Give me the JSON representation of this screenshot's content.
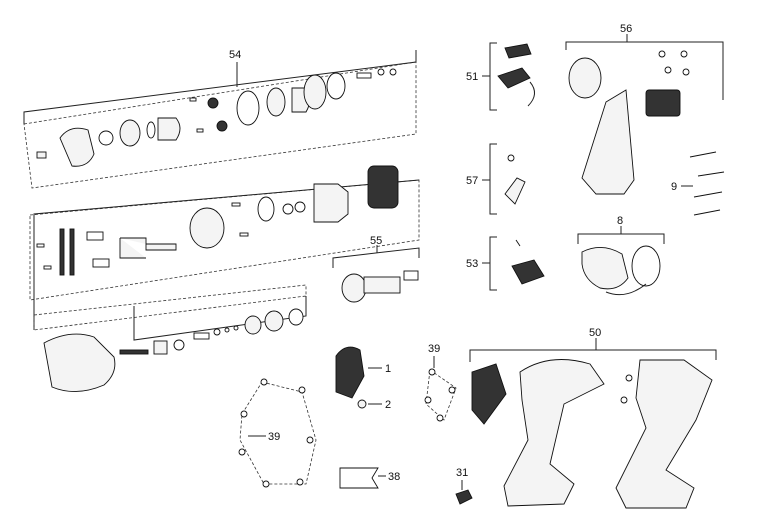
{
  "labels": {
    "l54": "54",
    "l56": "56",
    "l51": "51",
    "l57": "57",
    "l9": "9",
    "l8": "8",
    "l55": "55",
    "l53": "53",
    "l50": "50",
    "l1": "1",
    "l2": "2",
    "l39a": "39",
    "l39b": "39",
    "l38": "38",
    "l31": "31"
  }
}
